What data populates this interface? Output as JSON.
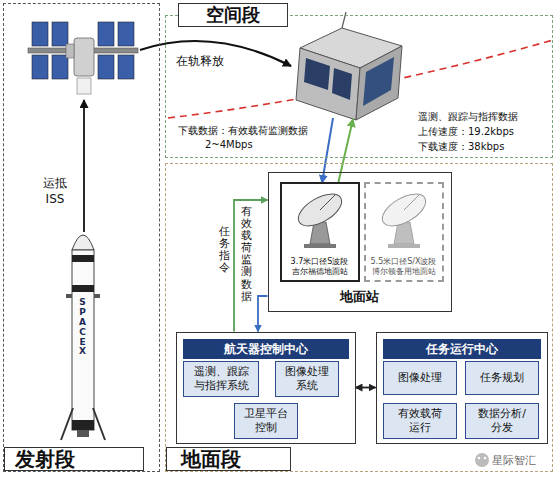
{
  "diagram": {
    "nodes": [
      {
        "text": [
          "发射段"
        ]
      },
      {
        "text": [
          "空间段"
        ]
      },
      {
        "text": [
          "地面段"
        ]
      },
      {
        "text": [
          "地面站"
        ],
        "in": 2
      },
      {
        "text": [
          "3.7米口径S波段 吉尔福德地面站"
        ],
        "in": 3
      },
      {
        "text": [
          "5.5米口径S/X波段 博尔顿备用地面站"
        ],
        "in": 3
      },
      {
        "text": [
          "航天器控制中心"
        ],
        "in": 2
      },
      {
        "text": [
          "遥测、跟踪与指挥系统"
        ],
        "in": 6
      },
      {
        "text": [
          "图像处理系统"
        ],
        "in": 6
      },
      {
        "text": [
          "卫星平台控制"
        ],
        "in": 6
      },
      {
        "text": [
          "任务运行中心"
        ],
        "in": 2
      },
      {
        "text": [
          "图像处理"
        ],
        "in": 10
      },
      {
        "text": [
          "任务规划"
        ],
        "in": 10
      },
      {
        "text": [
          "有效载荷运行"
        ],
        "in": 10
      },
      {
        "text": [
          "数据分析/分发"
        ],
        "in": 10
      }
    ],
    "edges": [
      {
        "from": 6,
        "to": 10,
        "arrow": "both"
      },
      {
        "from": 6,
        "to": 3,
        "label": "任务指令",
        "arrow": "to"
      },
      {
        "from": 3,
        "to": 6,
        "label": "有效载荷监测数据",
        "arrow": "to"
      }
    ],
    "labels": [
      "运抵 ISS",
      "在轨释放",
      "下载数据：有效载荷监测数据",
      "2~4Mbps",
      "遥测、跟踪与指挥数据",
      "上传速度：19.2kbps",
      "下载速度：38kbps",
      "SPACEX",
      "星际智汇"
    ]
  }
}
